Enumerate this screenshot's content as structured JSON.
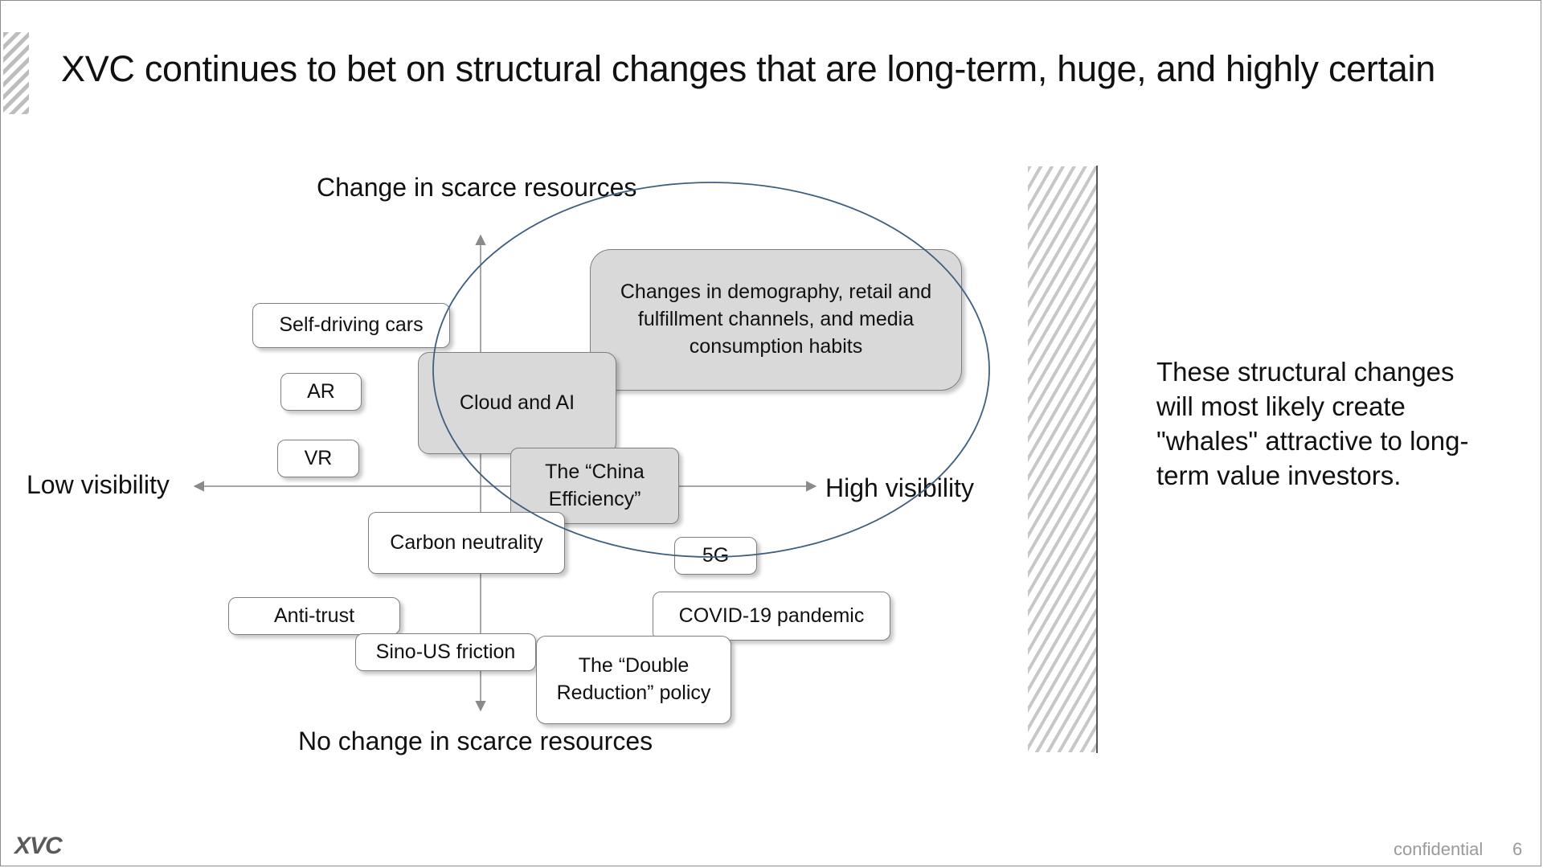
{
  "slide": {
    "title": "XVC continues to bet on structural changes that are long-term, huge, and highly certain",
    "logo": "XVC",
    "confidential": "confidential",
    "page_number": "6",
    "note": "These structural changes will most likely create \"whales\" attractive to long-term value investors."
  },
  "axes": {
    "top": "Change in scarce resources",
    "bottom": "No change in scarce resources",
    "left": "Low visibility",
    "right": "High visibility"
  },
  "items": {
    "self_driving": "Self-driving cars",
    "ar": "AR",
    "vr": "VR",
    "demography": "Changes in demography, retail and fulfillment channels, and media consumption habits",
    "cloud_ai": "Cloud and AI",
    "china_efficiency": "The “China Efficiency”",
    "carbon": "Carbon neutrality",
    "five_g": "5G",
    "anti_trust": "Anti-trust",
    "sino_us": "Sino-US friction",
    "covid": "COVID-19 pandemic",
    "double_reduction": "The “Double Reduction” policy"
  },
  "colors": {
    "ellipse": "#3f5f7f",
    "highlight_fill": "#d9d9d9",
    "box_border": "#7f7f7f"
  }
}
